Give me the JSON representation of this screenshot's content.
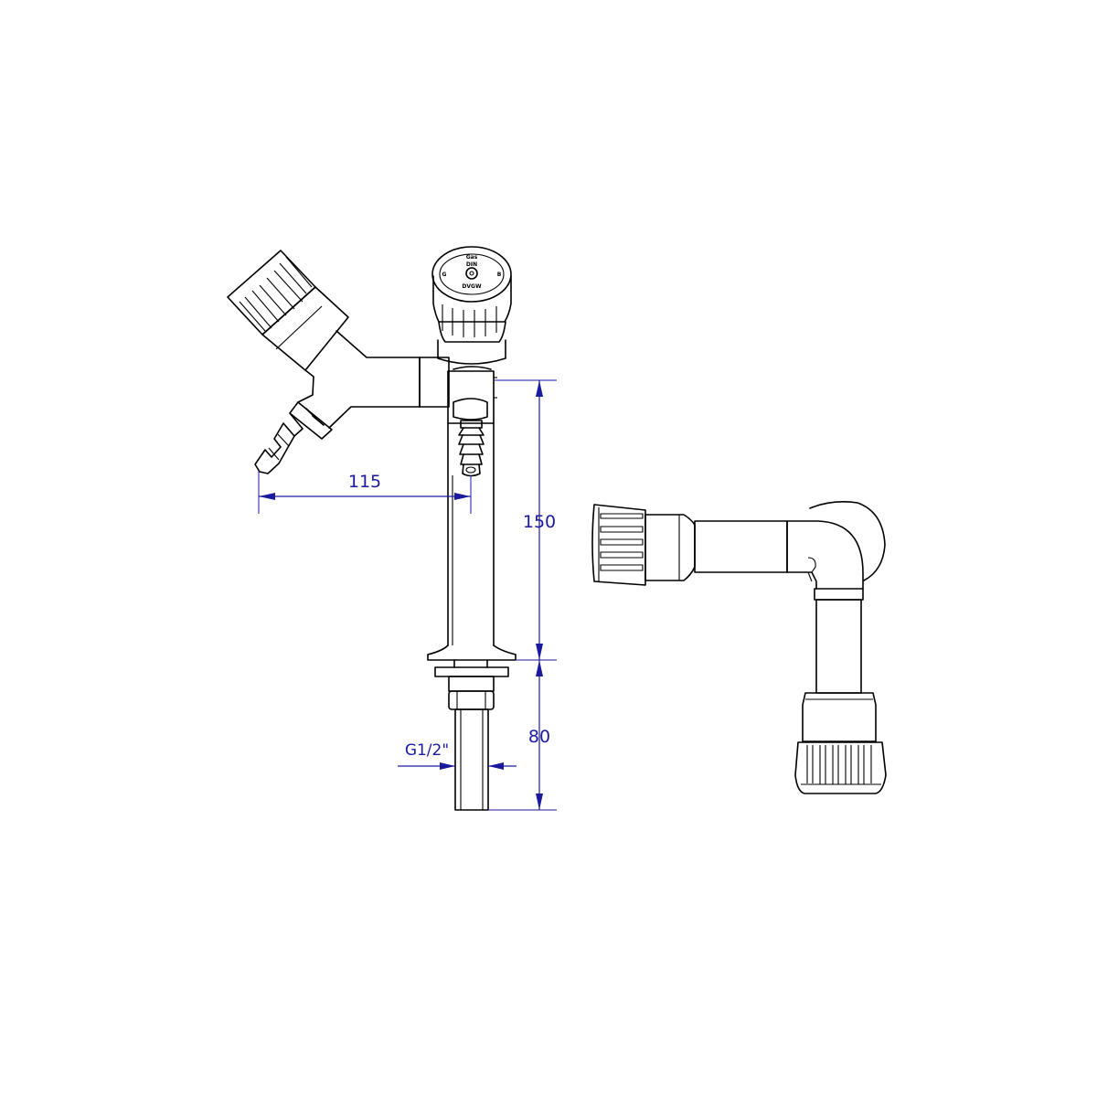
{
  "dimensions": {
    "horizontal_reach": "115",
    "height_above_base": "150",
    "thread_length": "80",
    "thread_size": "G1/2\""
  },
  "knob_markings": {
    "top": "Gas",
    "middle": "DIN",
    "bottom": "DVGW",
    "left": "G",
    "right": "B"
  },
  "colors": {
    "line": "#000000",
    "dimension": "#1a1aa0",
    "background": "#ffffff"
  }
}
